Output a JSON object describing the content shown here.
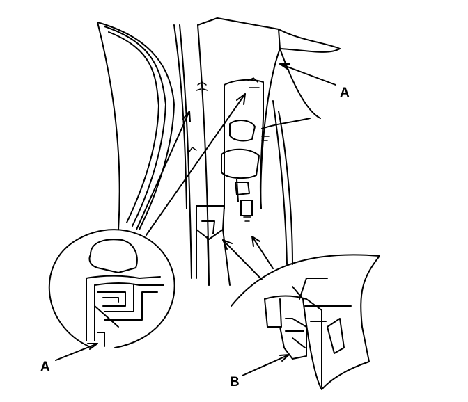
{
  "labels": {
    "a_top": "A",
    "a_bottom": "A",
    "b": "B"
  },
  "colors": {
    "line": "#000000",
    "background": "#ffffff"
  }
}
